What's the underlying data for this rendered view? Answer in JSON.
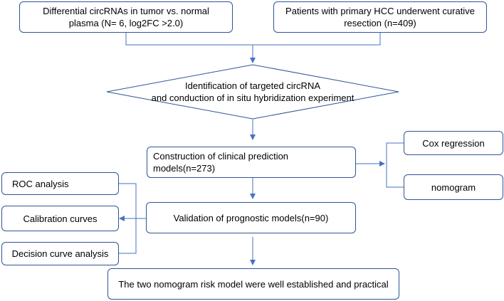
{
  "flowchart": {
    "source_left": {
      "line1": "Differential circRNAs  in tumor vs. normal",
      "line2": "plasma (N= 6, log2FC >2.0)"
    },
    "source_right": {
      "line1": "Patients with primary HCC  underwent curative",
      "line2": "resection (n=409)"
    },
    "decision": {
      "line1": "Identification of targeted circRNA",
      "line2": "and conduction of in situ hybridization experiment"
    },
    "construction": "Construction of clinical prediction models(n=273)",
    "cox": "Cox regression",
    "nomogram": "nomogram",
    "roc": "ROC analysis",
    "calibration": "Calibration curves",
    "decision_curve": "Decision curve analysis",
    "validation": "Validation of prognostic models(n=90)",
    "result": "The two nomogram risk model were well established and practical"
  },
  "colors": {
    "box_border": "#2f5597",
    "connector": "#4472c4"
  }
}
